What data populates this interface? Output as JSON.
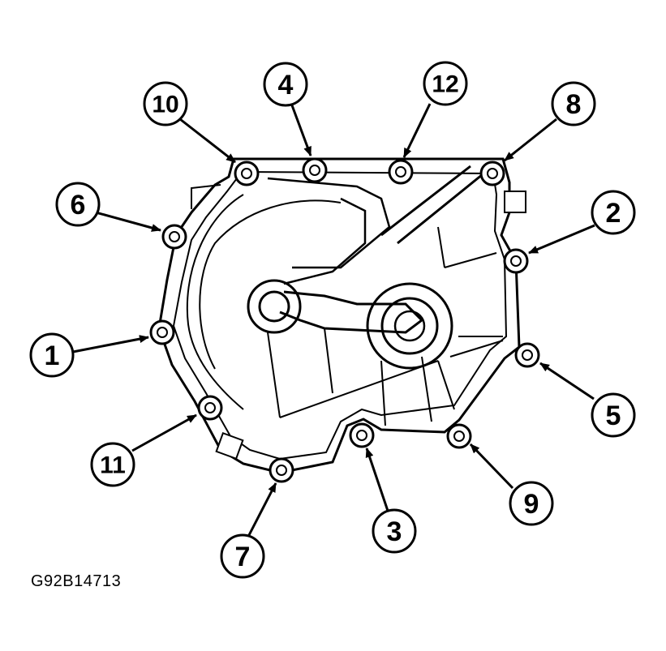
{
  "figure_code": "G92B14713",
  "callouts": [
    {
      "label": "1"
    },
    {
      "label": "2"
    },
    {
      "label": "3"
    },
    {
      "label": "4"
    },
    {
      "label": "5"
    },
    {
      "label": "6"
    },
    {
      "label": "7"
    },
    {
      "label": "8"
    },
    {
      "label": "9"
    },
    {
      "label": "10"
    },
    {
      "label": "11"
    },
    {
      "label": "12"
    }
  ]
}
